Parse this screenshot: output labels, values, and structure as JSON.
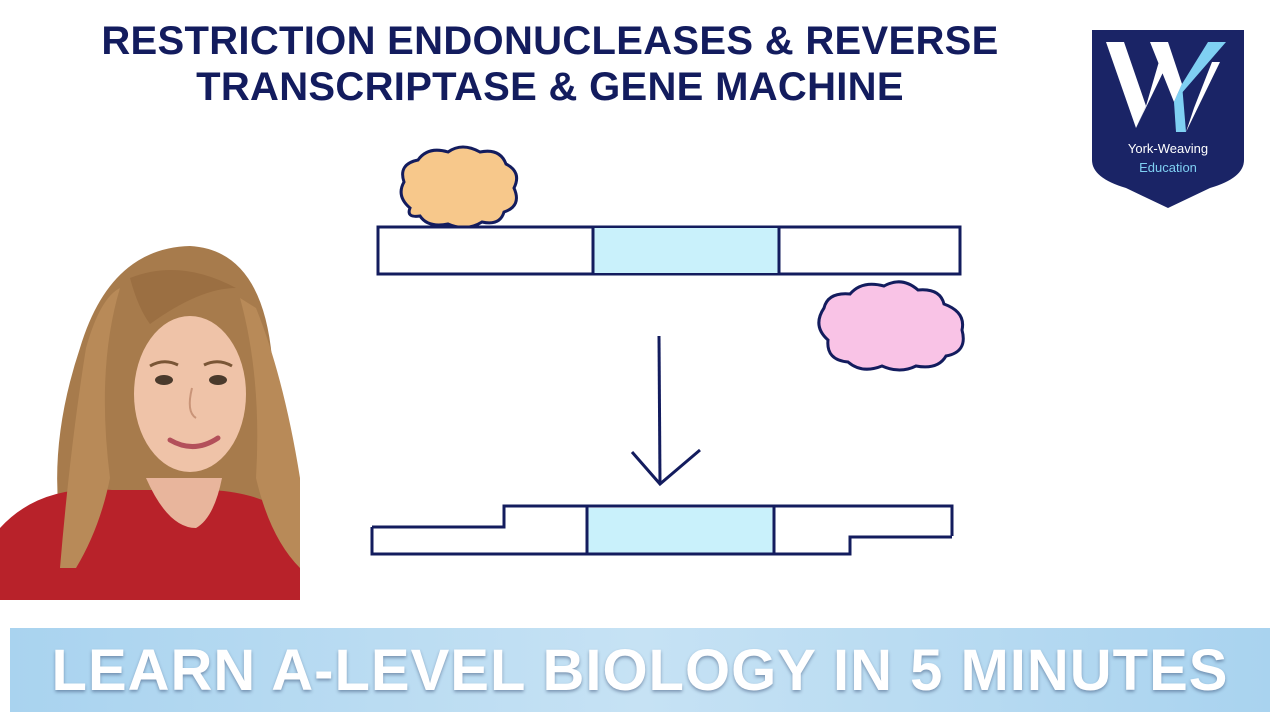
{
  "title": {
    "line1": "RESTRICTION ENDONUCLEASES & REVERSE",
    "line2": "TRANSCRIPTASE & GENE MACHINE"
  },
  "logo": {
    "line1": "York-Weaving",
    "line2": "Education"
  },
  "banner": {
    "text": "LEARN A-LEVEL BIOLOGY IN 5 MINUTES"
  },
  "colors": {
    "title": "#131c5e",
    "logo_background": "#1a2466",
    "gene_segment": "#c9f1fb",
    "cloud_orange": "#f7c88b",
    "cloud_pink": "#f9c3e6",
    "banner": "#b7dbf2"
  },
  "icons": {
    "logo": "york-weaving-shield-logo",
    "enzyme_1": "orange-cloud",
    "enzyme_2": "pink-cloud",
    "arrow": "down-arrow"
  }
}
